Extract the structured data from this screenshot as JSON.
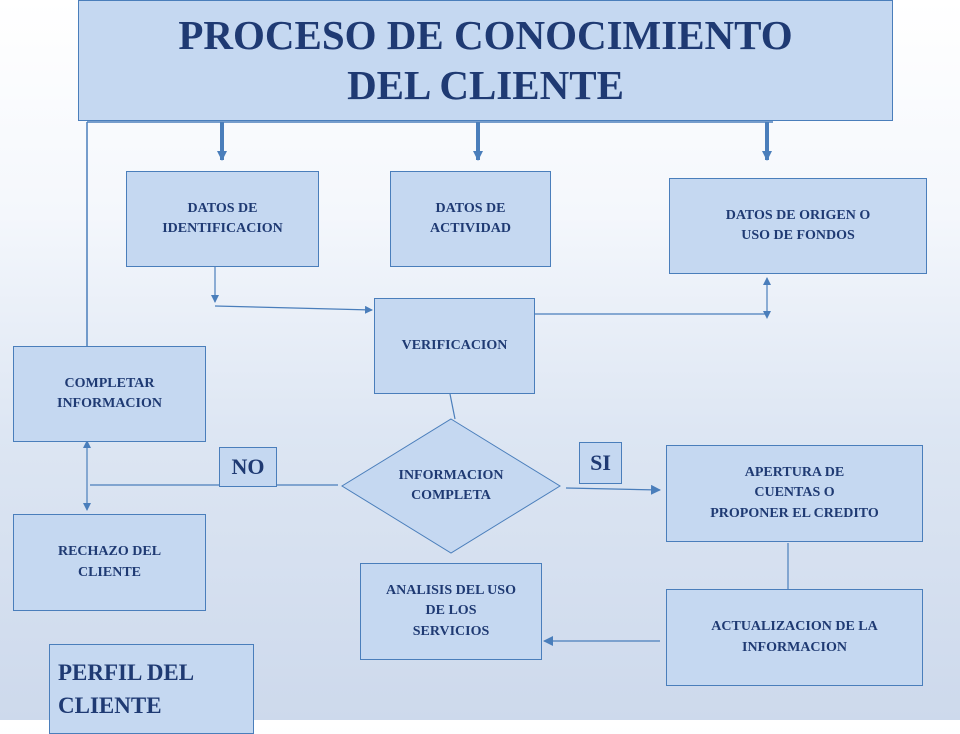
{
  "title": "PROCESO DE CONOCIMIENTO\nDEL CLIENTE",
  "nodes": {
    "datos_identificacion": "DATOS DE\nIDENTIFICACION",
    "datos_actividad": "DATOS DE\nACTIVIDAD",
    "datos_origen": "DATOS DE ORIGEN  O\nUSO DE FONDOS",
    "verificacion": "VERIFICACION",
    "completar_informacion": "COMPLETAR\nINFORMACION",
    "informacion_completa": "INFORMACION\nCOMPLETA",
    "apertura_cuentas": "APERTURA DE\nCUENTAS O\nPROPONER EL CREDITO",
    "rechazo_cliente": "RECHAZO DEL\nCLIENTE",
    "analisis_uso": "ANALISIS DEL USO\nDE LOS\nSERVICIOS",
    "actualizacion_informacion": "ACTUALIZACION DE LA\nINFORMACION",
    "perfil_cliente": "PERFIL DEL\nCLIENTE"
  },
  "labels": {
    "no": "NO",
    "si": "SI"
  },
  "colors": {
    "box_fill": "#c5d8f1",
    "box_border": "#4a7ebb",
    "text": "#1f3a73",
    "connector": "#4a7ebb"
  }
}
